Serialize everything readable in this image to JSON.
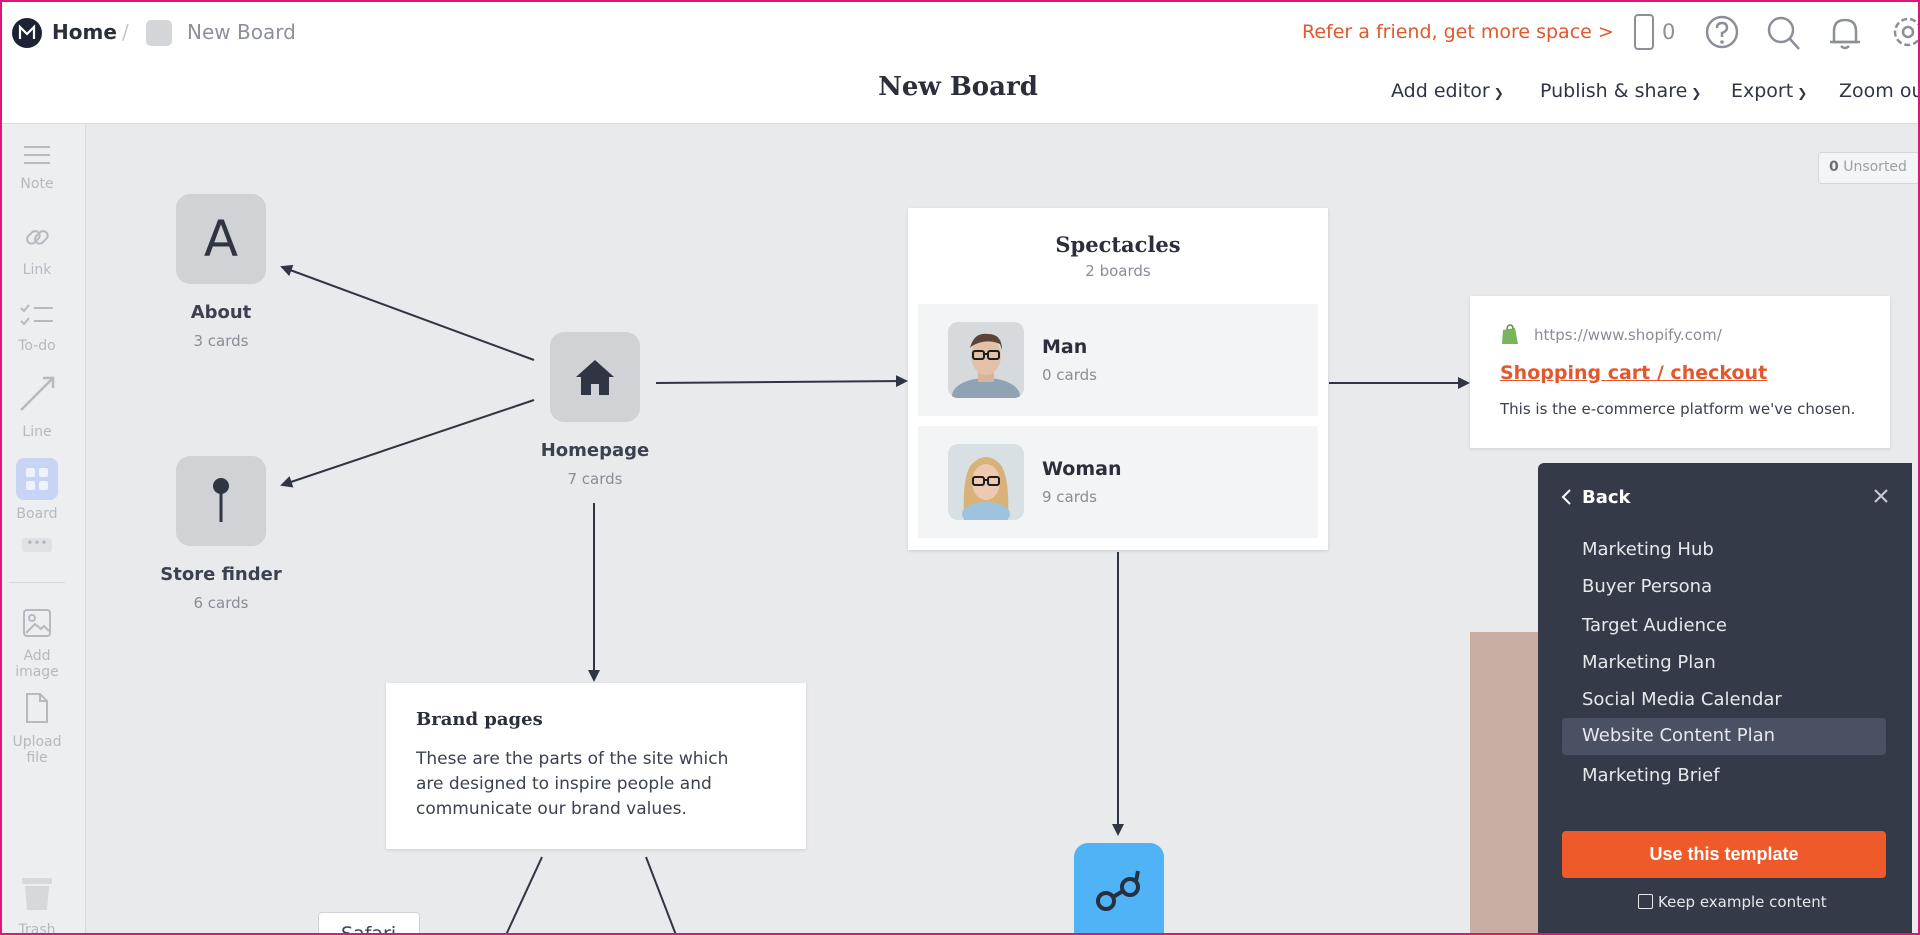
{
  "topbar": {
    "home": "Home",
    "board_name": "New Board",
    "refer": "Refer a friend, get more space >",
    "phone_count": "0"
  },
  "title": "New Board",
  "menu": {
    "add_editor": "Add editor",
    "publish": "Publish & share",
    "export": "Export",
    "zoom": "Zoom ou"
  },
  "toolbar": {
    "note": "Note",
    "link": "Link",
    "todo": "To-do",
    "line": "Line",
    "board": "Board",
    "add_image": "Add image",
    "upload_file": "Upload file",
    "trash": "Trash"
  },
  "unsorted": {
    "count": "0",
    "label": "Unsorted"
  },
  "canvas": {
    "about": {
      "letter": "A",
      "label": "About",
      "sub": "3 cards"
    },
    "store": {
      "label": "Store finder",
      "sub": "6 cards"
    },
    "homepage": {
      "label": "Homepage",
      "sub": "7 cards"
    },
    "spectacles": {
      "title": "Spectacles",
      "sub": "2 boards",
      "boards": [
        {
          "name": "Man",
          "count": "0 cards"
        },
        {
          "name": "Woman",
          "count": "9 cards"
        }
      ]
    },
    "link": {
      "url": "https://www.shopify.com/",
      "title": "Shopping cart / checkout",
      "desc": "This is the e-commerce platform we've chosen."
    },
    "brand": {
      "title": "Brand pages",
      "body": "These are the parts of the site which are designed to inspire people and communicate our brand values."
    },
    "safari": "Safari"
  },
  "panel": {
    "back": "Back",
    "items": [
      "Marketing Hub",
      "Buyer Persona",
      "Target Audience",
      "Marketing Plan",
      "Social Media Calendar",
      "Website Content Plan",
      "Marketing Brief"
    ],
    "active_index": 5,
    "use_button": "Use this template",
    "keep": "Keep example content"
  },
  "colors": {
    "accent": "#ee5a2a",
    "panel": "#343a48",
    "link": "#e0582b",
    "glasses_tile": "#4fb3f6"
  }
}
